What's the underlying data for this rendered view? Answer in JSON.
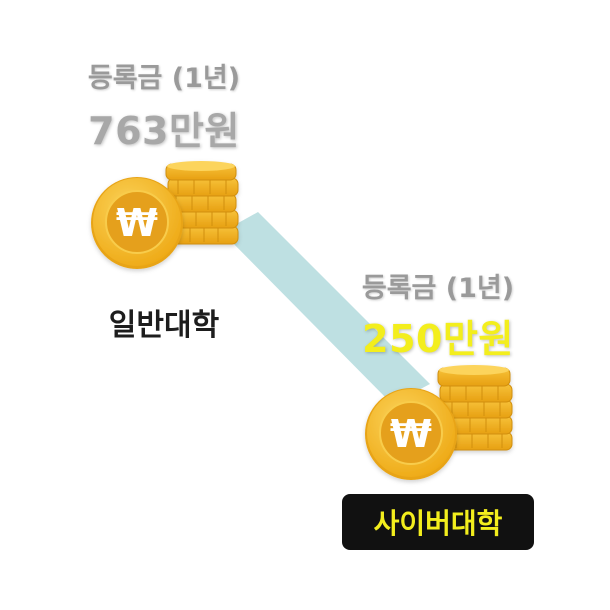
{
  "left": {
    "fee_label": "등록금 (1년)",
    "amount": "763만원",
    "school": "일반대학",
    "coin_symbol": "₩"
  },
  "right": {
    "fee_label": "등록금 (1년)",
    "amount": "250만원",
    "school": "사이버대학",
    "coin_symbol": "₩"
  },
  "colors": {
    "highlight": "#f3ee1d",
    "connector": "#a8d5d8",
    "coin": "#f1b520",
    "pill_bg": "#111111"
  },
  "icons": [
    "won-coin-icon",
    "coin-stack-icon"
  ]
}
